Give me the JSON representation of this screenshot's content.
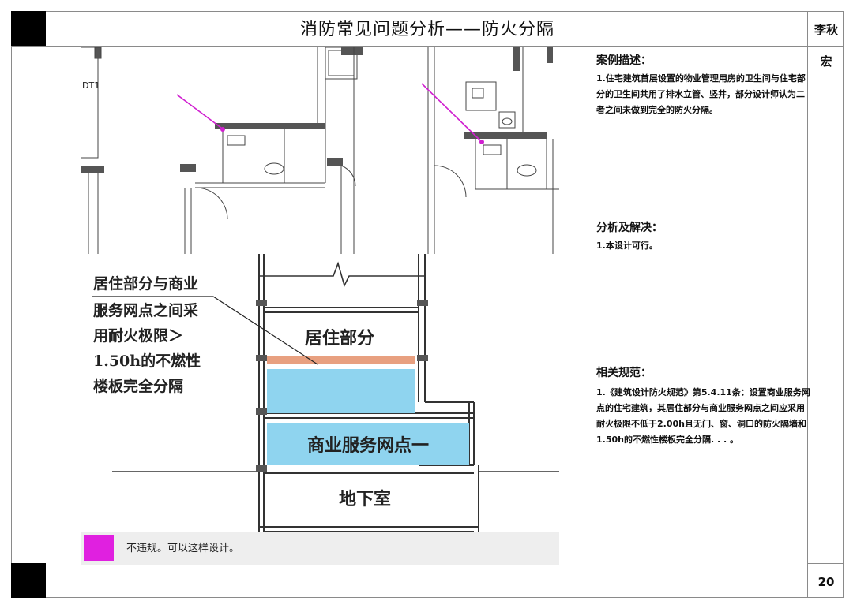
{
  "header": {
    "title": "消防常见问题分析——防火分隔",
    "author": "李秋宏"
  },
  "footer": {
    "page_number": "20"
  },
  "figure": {
    "callout": [
      "居住部分与商业",
      "服务网点之间采",
      "用耐火极限＞",
      "1.50h的不燃性",
      "楼板完全分隔"
    ],
    "label_residential": "居住部分",
    "label_commercial": "商业服务网点一",
    "label_basement": "地下室",
    "plan_tag": "DT1"
  },
  "legend": {
    "text": "不违规。可以这样设计。",
    "swatch_color": "#e020e0"
  },
  "sections": {
    "case": {
      "heading": "案例描述：",
      "body": "1.住宅建筑首层设置的物业管理用房的卫生间与住宅部分的卫生间共用了排水立管、竖井，部分设计师认为二者之间未做到完全的防火分隔。"
    },
    "analysis": {
      "heading": "分析及解决：",
      "body": "1.本设计可行。"
    },
    "code": {
      "heading": "相关规范：",
      "body": "1.《建筑设计防火规范》第5.4.11条：设置商业服务网点的住宅建筑，其居住部分与商业服务网点之间应采用耐火极限不低于2.00h且无门、窗、洞口的防火隔墙和1.50h的不燃性楼板完全分隔. . . 。"
    }
  },
  "colors": {
    "arrow": "#d020d0",
    "slab": "#e8a080",
    "fill_blue": "#8fd4ef",
    "wall": "#444444"
  }
}
